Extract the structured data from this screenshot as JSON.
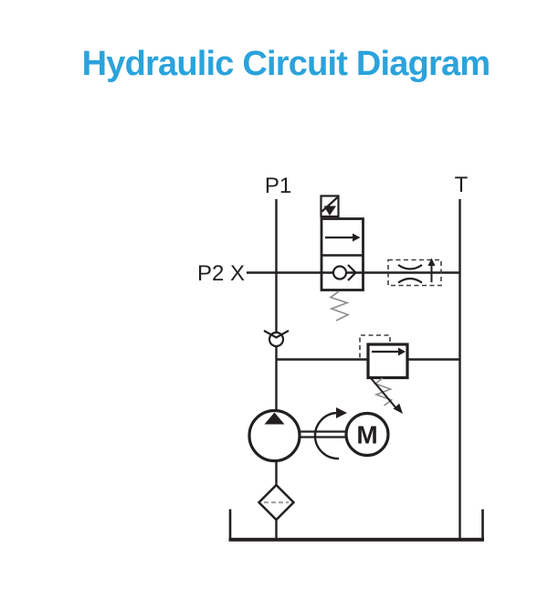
{
  "title": {
    "text": "Hydraulic Circuit Diagram",
    "color": "#2AA3DC"
  },
  "labels": {
    "p1": "P1",
    "p2x": "P2 X",
    "tank_port": "T",
    "motor": "M"
  },
  "colors": {
    "line": "#231F20",
    "dashed": "#3F3F3F",
    "spring": "#8F8F8F",
    "filter_element": "#A6A6A6",
    "background": "#FFFFFF"
  },
  "symbols": {
    "directional_valve": "2-position solenoid pilot valve with spring return; top position free-flow arrow, bottom position internal check valve",
    "flow_restrictor": "throttle / flow restrictor with up arrow inside dashed enclosure on line to tank",
    "check_valve": "check valve on pump pressure line, free flow upward",
    "relief_valve": "pressure relief valve with pilot line (dashed), adjustable spring with arrow to drain",
    "pump": "fixed-displacement hydraulic pump, output direction up",
    "motor": "electric motor coupled to pump by shaft with rotation arrow",
    "filter": "filter (diamond with dashed element) on pump suction line",
    "reservoir": "open hydraulic tank at bottom"
  }
}
